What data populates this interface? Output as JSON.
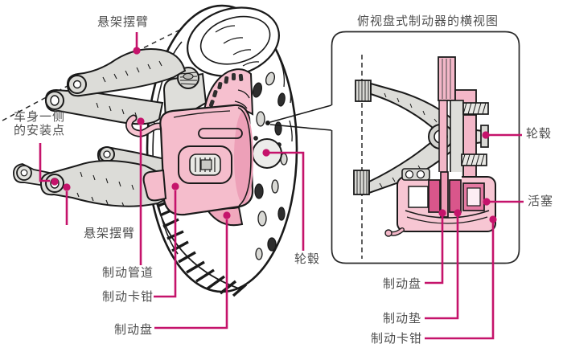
{
  "figure": {
    "description": "disc-brake-and-suspension-diagram",
    "colors": {
      "leader": "#c5136b",
      "pink_light": "#f6c0cf",
      "pink_mid": "#ef9cb6",
      "rose_dark": "#d9568b",
      "gray_part": "#dcdcd8",
      "line": "#1a1a1a",
      "label_text": "#4f4f4f"
    }
  },
  "labels": {
    "suspension_arm_top": "悬架摆臂",
    "body_mount_line1": "车身一侧",
    "body_mount_line2": "的安装点",
    "suspension_arm_bottom": "悬架摆臂",
    "brake_pipe": "制动管道",
    "brake_caliper_left": "制动卡钳",
    "brake_disc_left": "制动盘",
    "wheel_hub_left": "轮毂",
    "detail_title": "俯视盘式制动器的横视图",
    "wheel_hub_right": "轮毂",
    "piston": "活塞",
    "brake_disc_right": "制动盘",
    "brake_pad": "制动垫",
    "brake_caliper_right": "制动卡钳"
  }
}
